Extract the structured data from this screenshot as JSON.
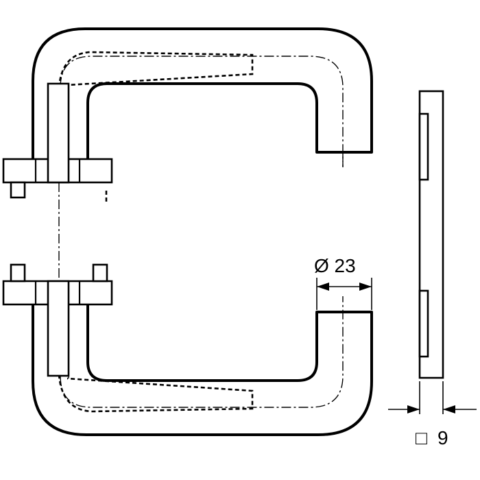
{
  "figure": {
    "type": "technical drawing",
    "colors": {
      "line": "#000000",
      "background": "#ffffff"
    }
  },
  "dimensions": {
    "diameter_label": "Ø 23",
    "square_symbol": "□",
    "square_label": "9"
  }
}
